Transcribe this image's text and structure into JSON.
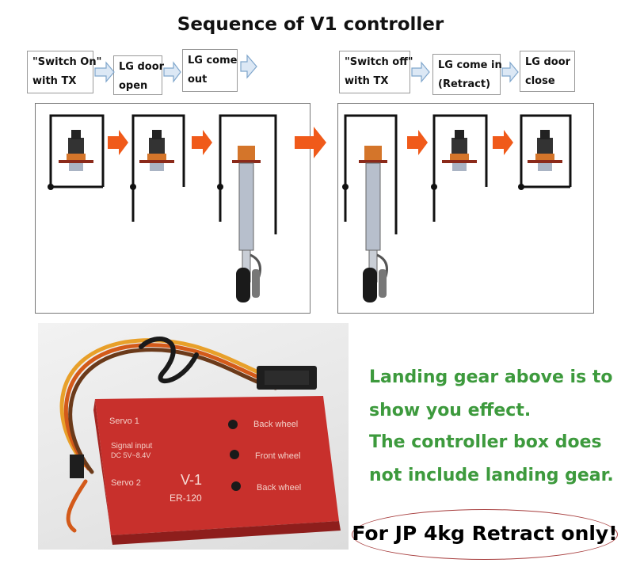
{
  "title": "Sequence of V1 controller",
  "steps": {
    "on_1": [
      "\"Switch On\"",
      "with  TX"
    ],
    "on_2": [
      "LG door",
      "open"
    ],
    "on_3": [
      "LG come",
      "out"
    ],
    "off_1": [
      "\"Switch off\"",
      "with TX"
    ],
    "off_2": [
      "LG come in",
      "(Retract)"
    ],
    "off_3": [
      "LG door",
      "close"
    ]
  },
  "device": {
    "labels": {
      "servo1": "Servo 1",
      "signal_input": "Signal input",
      "dc": "DC 5V~8.4V",
      "servo2": "Servo 2",
      "model": "V-1",
      "model_code": "ER-120",
      "back_wheel_top": "Back wheel",
      "front_wheel": "Front wheel",
      "back_wheel_bottom": "Back wheel"
    }
  },
  "notes": {
    "line1": "Landing gear above is to",
    "line2": "show you effect.",
    "line3": "The controller box does",
    "line4": "not include landing gear.",
    "bottom": "For JP 4kg Retract only!"
  },
  "colors": {
    "arrow_orange": "#f05a1a",
    "arrow_blue_fill": "#dce8f5",
    "arrow_blue_stroke": "#7fa6cc",
    "note_green": "#3d9a3d",
    "box_red": "#c8302c"
  }
}
